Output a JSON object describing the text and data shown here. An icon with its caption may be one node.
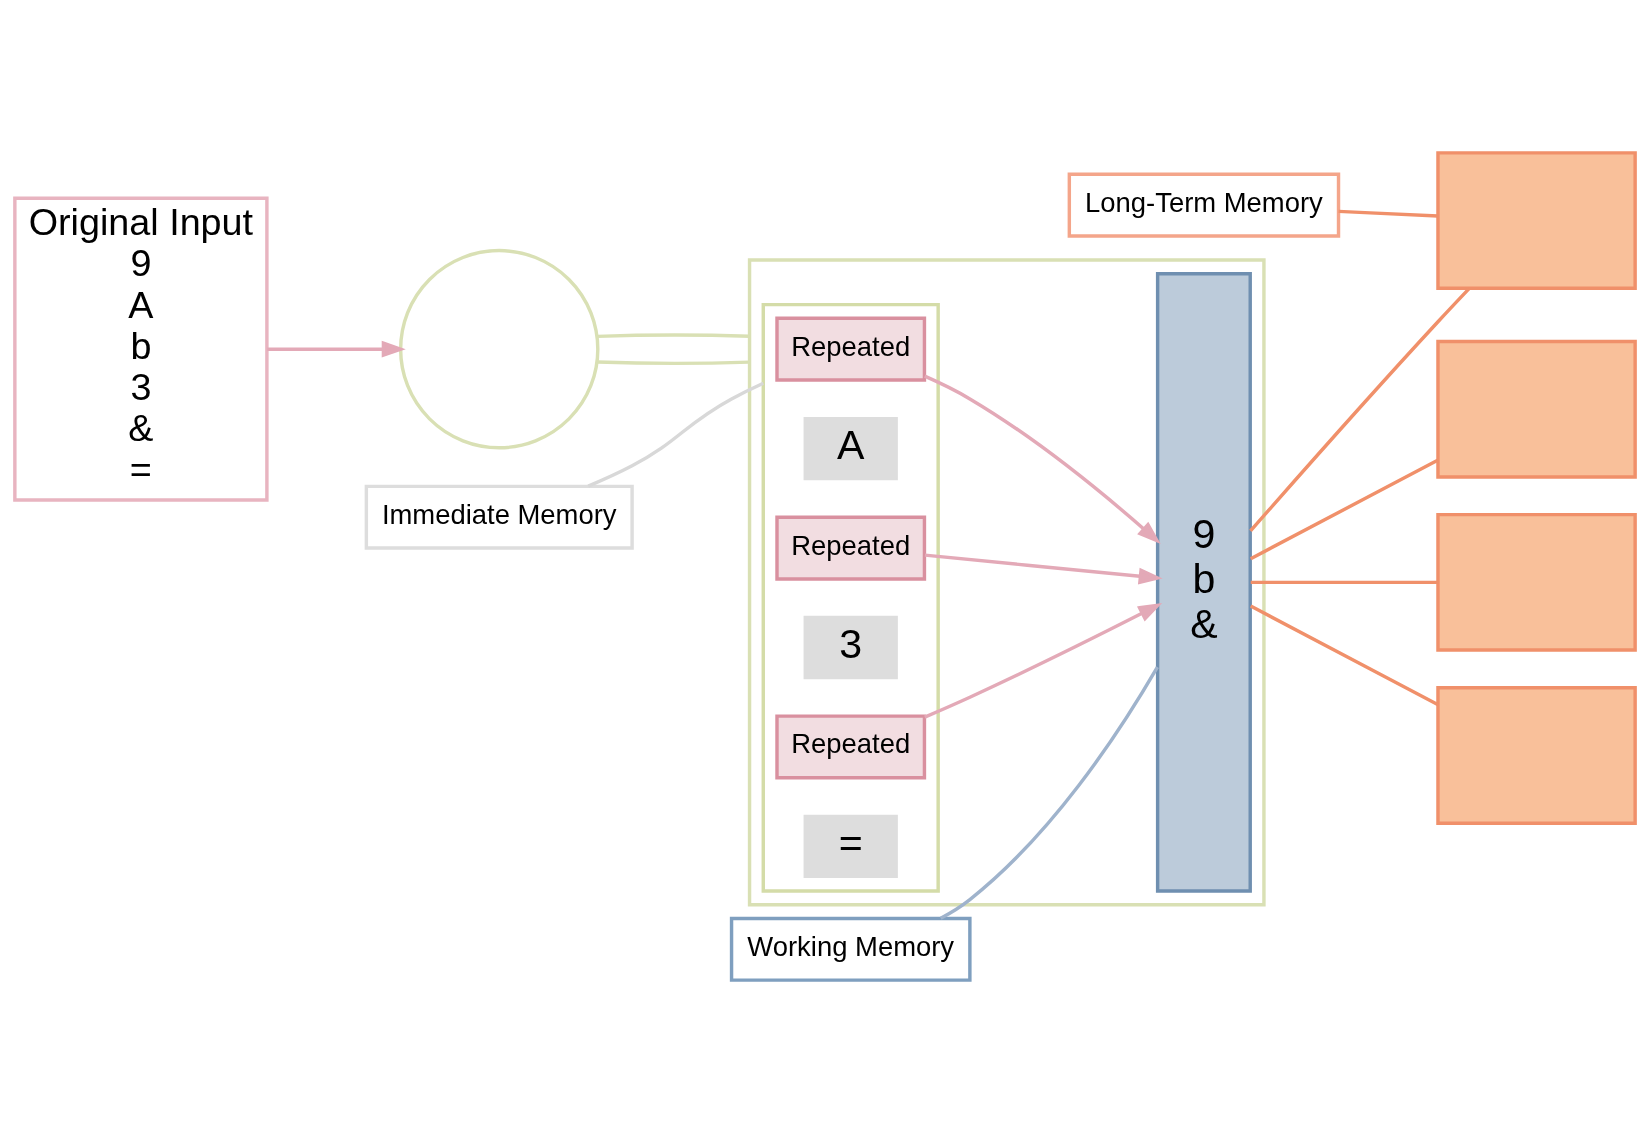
{
  "diagram": {
    "nodes": [
      {
        "text": [
          "Original Input",
          "9",
          "A",
          "b",
          "3",
          "&",
          "="
        ]
      },
      {
        "text": [],
        "shape": "circle"
      },
      {
        "text": [],
        "shape": "box"
      },
      {
        "text": [
          "Immediate Memory"
        ]
      },
      {
        "text": [],
        "shape": "box",
        "in": 2
      },
      {
        "text": [
          "Repeated"
        ],
        "in": 4
      },
      {
        "text": [
          "A"
        ],
        "in": 4
      },
      {
        "text": [
          "Repeated"
        ],
        "in": 4
      },
      {
        "text": [
          "3"
        ],
        "in": 4
      },
      {
        "text": [
          "Repeated"
        ],
        "in": 4
      },
      {
        "text": [
          "="
        ],
        "in": 4
      },
      {
        "text": [
          "Working Memory"
        ]
      },
      {
        "text": [
          "9",
          "b",
          "&"
        ],
        "in": 2
      },
      {
        "text": [
          "Long-Term Memory"
        ]
      },
      {
        "text": [],
        "shape": "box"
      },
      {
        "text": [],
        "shape": "box"
      },
      {
        "text": [],
        "shape": "box"
      },
      {
        "text": [],
        "shape": "box"
      }
    ],
    "edges": [
      {
        "from": 0,
        "to": 1,
        "arrow": "to",
        "color": "#e3a9b7"
      },
      {
        "from": 1,
        "to": 2,
        "arrow": "none",
        "color": "#d9e0b4"
      },
      {
        "from": 1,
        "to": 2,
        "arrow": "none",
        "color": "#d9e0b4"
      },
      {
        "from": 3,
        "to": 4,
        "arrow": "none",
        "color": "#d8d8d8"
      },
      {
        "from": 5,
        "to": 12,
        "arrow": "to",
        "color": "#e3a9b7"
      },
      {
        "from": 7,
        "to": 12,
        "arrow": "to",
        "color": "#e3a9b7"
      },
      {
        "from": 9,
        "to": 12,
        "arrow": "to",
        "color": "#e3a9b7"
      },
      {
        "from": 11,
        "to": 12,
        "arrow": "none",
        "color": "#9fb3cc"
      },
      {
        "from": 13,
        "to": 14,
        "arrow": "none"
      },
      {
        "from": 12,
        "to": 14,
        "arrow": "none"
      },
      {
        "from": 12,
        "to": 15,
        "arrow": "none"
      },
      {
        "from": 12,
        "to": 16,
        "arrow": "none"
      },
      {
        "from": 12,
        "to": 17,
        "arrow": "none"
      }
    ]
  }
}
